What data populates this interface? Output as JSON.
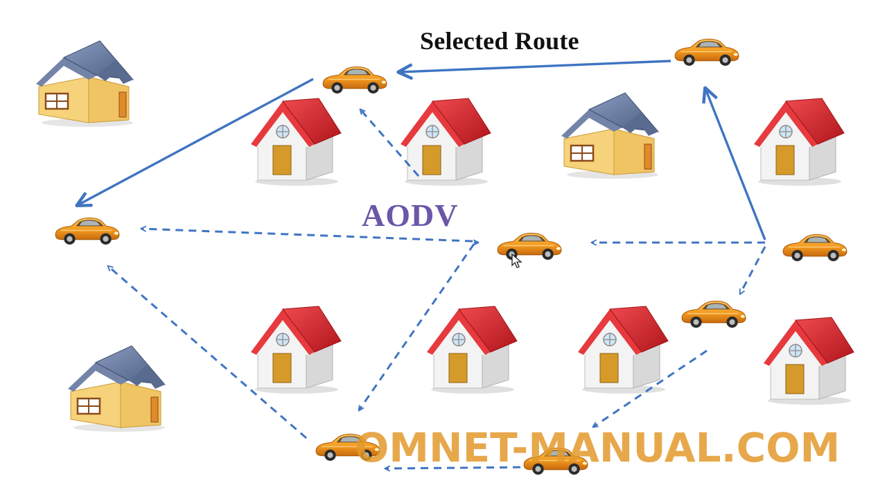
{
  "diagram": {
    "selected_route_label": "Selected Route",
    "protocol_label": "AODV",
    "watermark": "OMNET-MANUAL.COM"
  },
  "colors": {
    "route_line": "#3f74c2",
    "roof_red": "#d1282f",
    "roof_blue": "#6a7ea6",
    "wall_white": "#f3f3f3",
    "wall_yellow": "#f6d27a",
    "door": "#d59a2a",
    "car_body": "#f39a1e",
    "watermark": "#e39a2c"
  },
  "icons": [
    "red-roof-house-icon",
    "blue-roof-house-icon",
    "car-icon",
    "mouse-pointer-icon"
  ]
}
